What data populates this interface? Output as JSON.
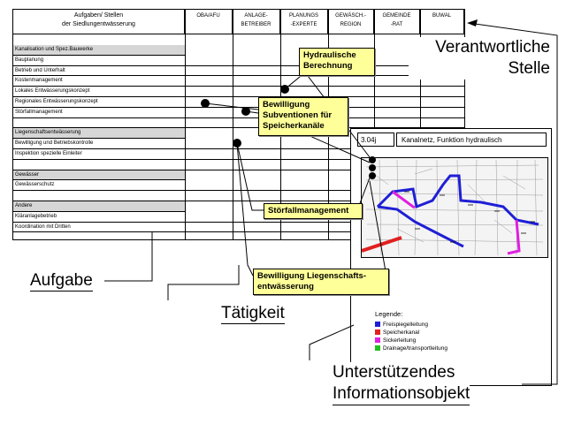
{
  "matrix": {
    "header_task": [
      "Aufgaben/ Stellen",
      "der Siedlungentwässerung"
    ],
    "columns": [
      {
        "line1": "OBA/AFU",
        "line2": ""
      },
      {
        "line1": "ANLAGE-",
        "line2": "BETREIBER"
      },
      {
        "line1": "PLANUNGS",
        "line2": "-EXPERTE"
      },
      {
        "line1": "GEWÄSCH.-",
        "line2": "REGION"
      },
      {
        "line1": "GEMEINDE",
        "line2": "-RAT"
      },
      {
        "line1": "BUWAL",
        "line2": ""
      }
    ],
    "rows": [
      {
        "label": "Kanalisation und Spez.Bauwerke",
        "section": true
      },
      {
        "label": "Bauplanung",
        "section": false
      },
      {
        "label": "Betrieb und Unterhalt",
        "section": false
      },
      {
        "label": "Kostenmanagement",
        "section": false
      },
      {
        "label": "Lokales Entwässerungskonzept",
        "section": false
      },
      {
        "label": "Regionales Entwässerungskonzept",
        "section": false
      },
      {
        "label": "Störfallmanagement",
        "section": false
      },
      {
        "label": "",
        "section": false
      },
      {
        "label": "Liegenschaftsentwässerung",
        "section": true
      },
      {
        "label": "Bewilligung und Betriebskontrolle",
        "section": false
      },
      {
        "label": "Inspektion spezielle Einleiter",
        "section": false
      },
      {
        "label": "",
        "section": false
      },
      {
        "label": "Gewässer",
        "section": true
      },
      {
        "label": "Gewässerschutz",
        "section": false
      },
      {
        "label": "",
        "section": false
      },
      {
        "label": "Andere",
        "section": true
      },
      {
        "label": "Kläranlagebetrieb",
        "section": false
      },
      {
        "label": "Koordination mit Dritten",
        "section": false
      }
    ]
  },
  "callouts": {
    "hydraulic": [
      "Hydraulische",
      "Berechnung"
    ],
    "subsidies": [
      "Bewilligung",
      "Subventionen für",
      "Speicherkanäle"
    ],
    "incident": "Störfallmanagement",
    "property": [
      "Bewilligung Liegenschafts-",
      "entwässerung"
    ]
  },
  "labels": {
    "responsible": [
      "Verantwortliche",
      "Stelle"
    ],
    "task": "Aufgabe",
    "activity": "Tätigkeit",
    "info_object": [
      "Unterstützendes",
      "Informationsobjekt"
    ]
  },
  "info_panel": {
    "code": "3.04j",
    "title": "Kanalnetz, Funktion hydraulisch",
    "legend_title": "Legende:",
    "legend": [
      {
        "label": "Freispiegelleitung",
        "color": "#1f1fd6"
      },
      {
        "label": "Speicherkanal",
        "color": "#e02020"
      },
      {
        "label": "Sickerleitung",
        "color": "#e020e0"
      },
      {
        "label": "Drainage/transportleitung",
        "color": "#20c020"
      }
    ]
  }
}
